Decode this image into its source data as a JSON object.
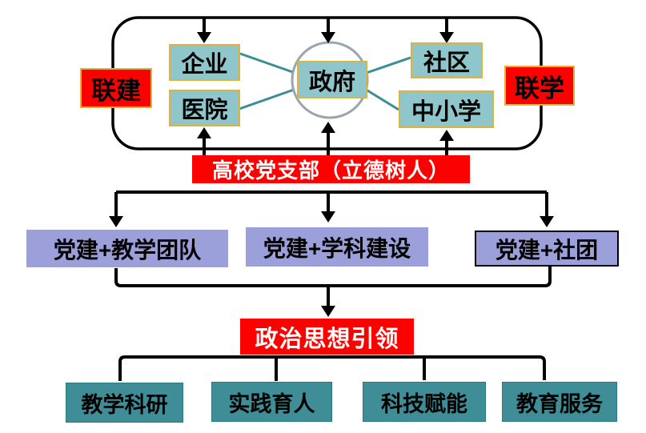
{
  "diagram": {
    "background": "#ffffff",
    "colors": {
      "red_fill": "#fb0200",
      "gold_border": "#ddb33c",
      "light_teal_fill": "#8fc6cb",
      "dark_teal_fill": "#3f8d96",
      "purple_fill": "#9b9fda",
      "connector_teal": "#3a8e96",
      "line_black": "#000000",
      "circle_gray": "#9aa5ad",
      "hub_text": "#ffffff"
    },
    "cooperation_ring": {
      "left_badge": "联建",
      "right_badge": "联学",
      "partners": {
        "enterprise": "企业",
        "hospital": "医院",
        "government": "政府",
        "community": "社区",
        "schools": "中小学"
      }
    },
    "hub": "高校党支部（立德树人）",
    "branches": [
      "党建+教学团队",
      "党建+学科建设",
      "党建+社团"
    ],
    "guidance": "政治思想引领",
    "outcomes": [
      "教学科研",
      "实践育人",
      "科技赋能",
      "教育服务"
    ]
  }
}
